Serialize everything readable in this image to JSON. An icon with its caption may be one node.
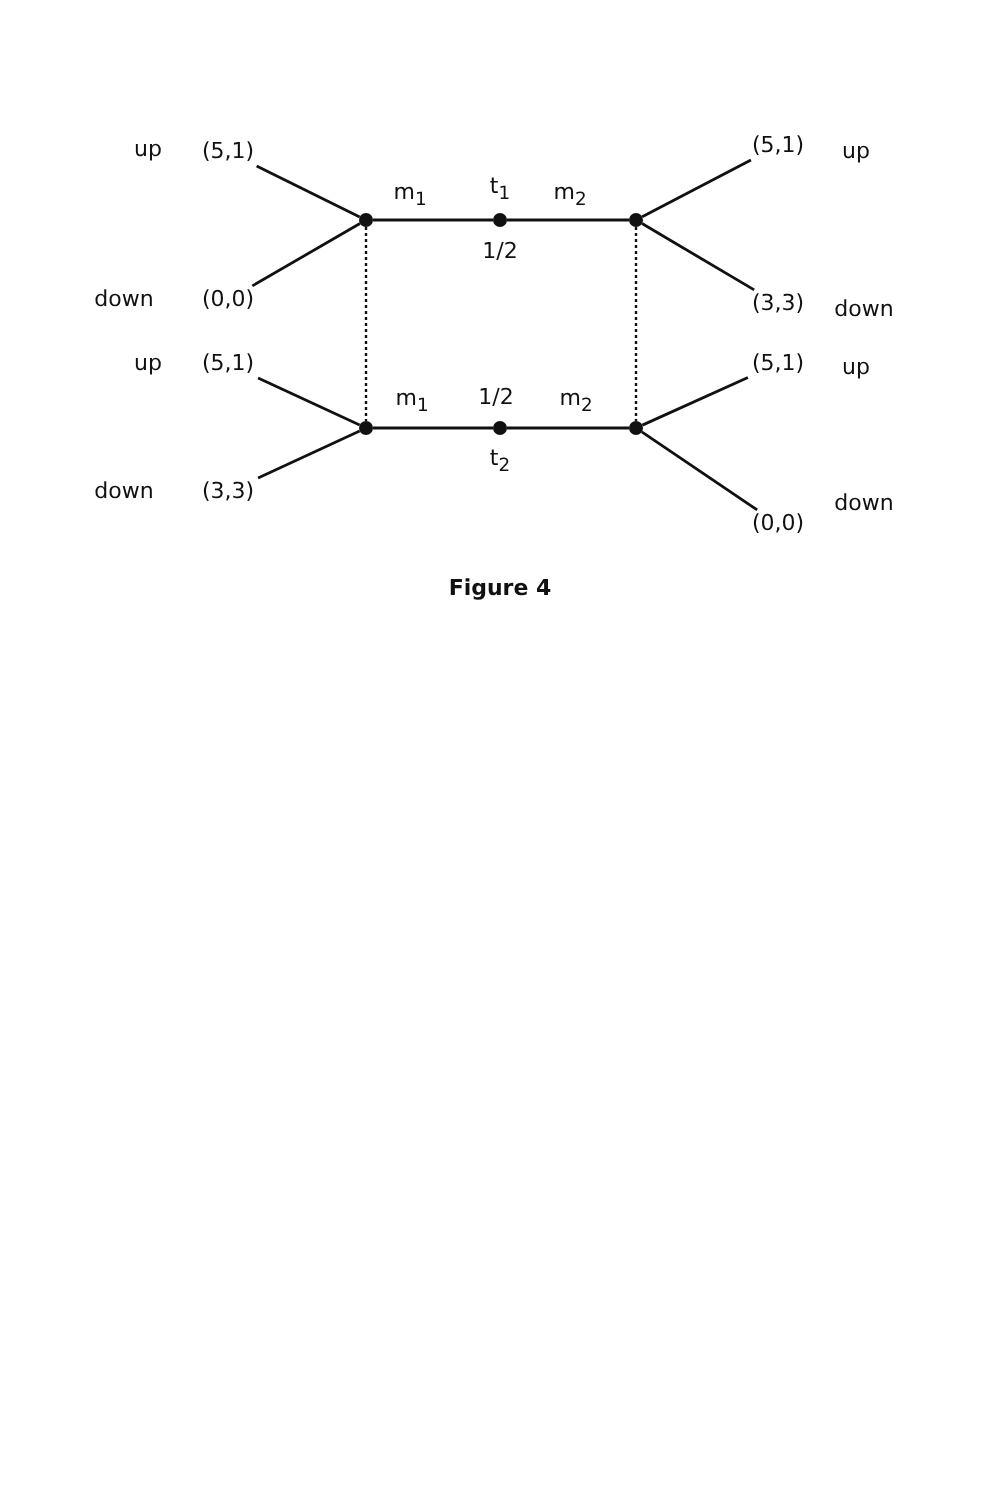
{
  "diagram": {
    "caption": "Figure 4",
    "nodes": [
      {
        "text": [
          "(5,1)"
        ]
      },
      {
        "text": [
          "(0,0)"
        ]
      },
      {
        "text": [
          "(5,1)"
        ]
      },
      {
        "text": [
          "(3,3)"
        ]
      },
      {
        "text": [
          "(5,1)"
        ]
      },
      {
        "text": [
          "(3,3)"
        ]
      },
      {
        "text": [
          "(5,1)"
        ]
      },
      {
        "text": [
          "(0,0)"
        ]
      },
      {
        "text": [],
        "shape": "circle"
      },
      {
        "text": [],
        "shape": "circle",
        "beside": [
          "t$_{1}$",
          "1/2"
        ]
      },
      {
        "text": [],
        "shape": "circle"
      },
      {
        "text": [],
        "shape": "circle"
      },
      {
        "text": [],
        "shape": "circle",
        "beside": [
          "1/2",
          "t$_{2}$"
        ]
      },
      {
        "text": [],
        "shape": "circle"
      }
    ],
    "edges": [
      {
        "from": 8,
        "to": 0,
        "arrow": "none"
      },
      {
        "from": 8,
        "to": 1,
        "arrow": "none"
      },
      {
        "from": 11,
        "to": 2,
        "arrow": "none"
      },
      {
        "from": 11,
        "to": 3,
        "arrow": "none"
      },
      {
        "from": 10,
        "to": 4,
        "arrow": "none"
      },
      {
        "from": 10,
        "to": 5,
        "arrow": "none"
      },
      {
        "from": 13,
        "to": 6,
        "arrow": "none"
      },
      {
        "from": 13,
        "to": 7,
        "arrow": "none"
      },
      {
        "from": 9,
        "to": 8,
        "arrow": "none",
        "label": "m$_{1}$"
      },
      {
        "from": 9,
        "to": 10,
        "arrow": "none",
        "label": "m$_{2}$"
      },
      {
        "from": 12,
        "to": 11,
        "arrow": "none",
        "label": "m$_{1}$"
      },
      {
        "from": 12,
        "to": 13,
        "arrow": "none",
        "label": "m$_{2}$"
      },
      {
        "from": 8,
        "to": 11,
        "arrow": "none",
        "style": "dashed"
      },
      {
        "from": 10,
        "to": 13,
        "arrow": "none",
        "style": "dashed"
      }
    ],
    "labels": [
      "up",
      "down",
      "up",
      "down",
      "up",
      "down",
      "up",
      "down"
    ]
  }
}
